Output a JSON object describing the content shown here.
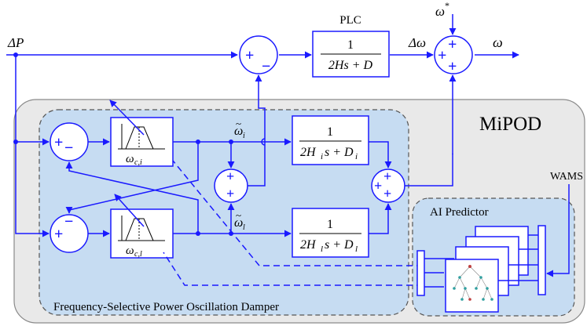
{
  "colors": {
    "line": "#1a1aff",
    "block_fill": "#ffffff",
    "mipod_fill": "#e9e9e9",
    "damper_fill": "#c6dcf2",
    "ai_fill": "#c6dcf2",
    "tree_node": "#30a0a0",
    "tree_node_alt": "#c04040"
  },
  "signals": {
    "delta_p": "ΔP",
    "delta_omega": "Δω",
    "omega": "ω",
    "omega_ref": "ω",
    "omega_ref_sup": "*",
    "omega_i_tilde": "ω",
    "omega_i_sub": "i",
    "omega_l_tilde": "ω",
    "omega_l_sub": "l",
    "tilde": "~"
  },
  "blocks": {
    "plc_title": "PLC",
    "plc_num": "1",
    "plc_den": "2Hs + D",
    "gi_num": "1",
    "gi_den_a": "2H",
    "gi_den_a_sub": "i",
    "gi_den_b": "s + D",
    "gi_den_b_sub": "i",
    "gl_num": "1",
    "gl_den_a": "2H",
    "gl_den_a_sub": "l",
    "gl_den_b": "s + D",
    "gl_den_b_sub": "l",
    "filter_i_label": "ω",
    "filter_i_sub": "c,i",
    "filter_l_label": "ω",
    "filter_l_sub": "c,l"
  },
  "sums": {
    "plus": "+",
    "minus": "−"
  },
  "regions": {
    "mipod_title": "MiPOD",
    "damper_caption": "Frequency-Selective Power Oscillation Damper",
    "ai_title": "AI Predictor",
    "wams_label": "WAMS"
  }
}
